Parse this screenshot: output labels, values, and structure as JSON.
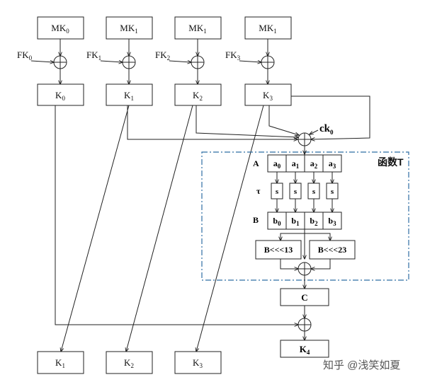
{
  "mk_boxes": [
    {
      "base": "MK",
      "sub": "0"
    },
    {
      "base": "MK",
      "sub": "1"
    },
    {
      "base": "MK",
      "sub": "1"
    },
    {
      "base": "MK",
      "sub": "1"
    }
  ],
  "fk_labels": [
    {
      "base": "FK",
      "sub": "0"
    },
    {
      "base": "FK",
      "sub": "1"
    },
    {
      "base": "FK",
      "sub": "2"
    },
    {
      "base": "FK",
      "sub": "3"
    }
  ],
  "k_boxes": [
    {
      "base": "K",
      "sub": "0"
    },
    {
      "base": "K",
      "sub": "1"
    },
    {
      "base": "K",
      "sub": "2"
    },
    {
      "base": "K",
      "sub": "3"
    }
  ],
  "ck": {
    "base": "ck",
    "sub": "0"
  },
  "function_t_title": "函数T",
  "row_labels": {
    "a": "A",
    "tau": "τ",
    "b": "B"
  },
  "a_cells": [
    {
      "base": "a",
      "sub": "0"
    },
    {
      "base": "a",
      "sub": "1"
    },
    {
      "base": "a",
      "sub": "2"
    },
    {
      "base": "a",
      "sub": "3"
    }
  ],
  "s_cells": [
    "s",
    "s",
    "s",
    "s"
  ],
  "b_cells": [
    {
      "base": "b",
      "sub": "0"
    },
    {
      "base": "b",
      "sub": "1"
    },
    {
      "base": "b",
      "sub": "2"
    },
    {
      "base": "b",
      "sub": "3"
    }
  ],
  "shift_boxes": [
    "B<<<13",
    "B<<<23"
  ],
  "c_box": "C",
  "k4": {
    "base": "K",
    "sub": "4"
  },
  "bottom_boxes": [
    {
      "base": "K",
      "sub": "1"
    },
    {
      "base": "K",
      "sub": "2"
    },
    {
      "base": "K",
      "sub": "3"
    }
  ],
  "watermark": "知乎 @浅笑如夏"
}
